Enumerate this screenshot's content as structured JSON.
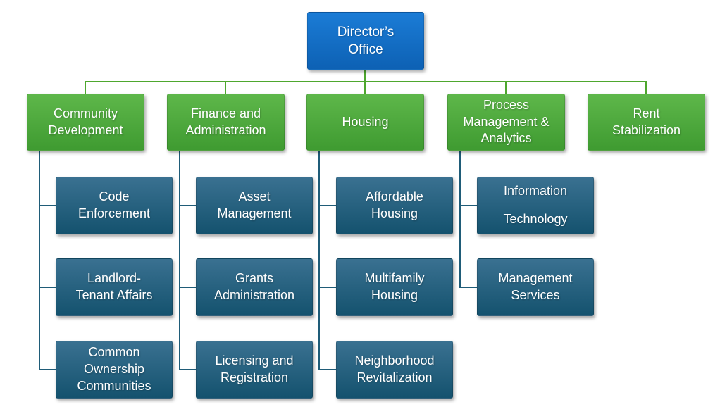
{
  "colors": {
    "background": "#FFFFFF",
    "text": "#FFFFFF",
    "director-top": "#1B7CD6",
    "director-bottom": "#0D61B4",
    "dept-top": "#5EB74A",
    "dept-bottom": "#3F9B31",
    "unit-top": "#3A7191",
    "unit-bottom": "#14526E",
    "green-line": "#4EA72E",
    "teal-line": "#1F5C78"
  },
  "chart": {
    "type": "org-chart",
    "root": {
      "label": "Director’s\nOffice"
    },
    "departments": [
      {
        "label": "Community\nDevelopment",
        "children": [
          "Code\nEnforcement",
          "Landlord-\nTenant Affairs",
          "Common\nOwnership\nCommunities"
        ]
      },
      {
        "label": "Finance and\nAdministration",
        "children": [
          "Asset\nManagement",
          "Grants\nAdministration",
          "Licensing and\nRegistration"
        ]
      },
      {
        "label": "Housing",
        "children": [
          "Affordable\nHousing",
          "Multifamily\nHousing",
          "Neighborhood\nRevitalization"
        ]
      },
      {
        "label": "Process\nManagement &\nAnalytics",
        "children": [
          "Information\nTechnology",
          "Management\nServices"
        ]
      },
      {
        "label": "Rent\nStabilization",
        "children": []
      }
    ]
  }
}
